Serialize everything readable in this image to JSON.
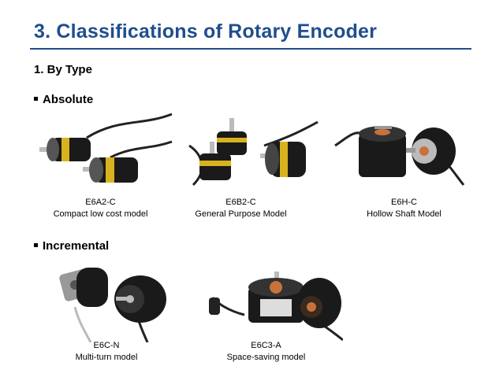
{
  "slide": {
    "title": "3. Classifications of Rotary Encoder",
    "subtitle": "1.   By Type"
  },
  "sections": {
    "absolute": {
      "label": "Absolute",
      "items": [
        {
          "model": "E6A2-C",
          "desc": "Compact low cost model"
        },
        {
          "model": "E6B2-C",
          "desc": "General Purpose Model"
        },
        {
          "model": "E6H-C",
          "desc": "Hollow Shaft Model"
        }
      ]
    },
    "incremental": {
      "label": "Incremental",
      "items": [
        {
          "model": "E6C-N",
          "desc": "Multi-turn model"
        },
        {
          "model": "E6C3-A",
          "desc": "Space-saving model"
        }
      ]
    }
  },
  "colors": {
    "title": "#1f4e8c",
    "rule": "#1f4e8c",
    "body_bg": "#1a1a1a",
    "label_band": "#d9b21f"
  }
}
